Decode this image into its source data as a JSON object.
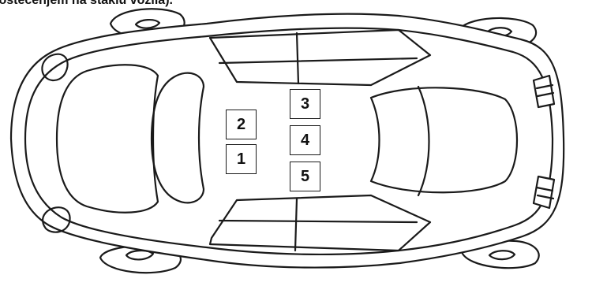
{
  "heading": "z oštećenjem na staklu vozila).",
  "positions": [
    {
      "label": "1"
    },
    {
      "label": "2"
    },
    {
      "label": "3"
    },
    {
      "label": "4"
    },
    {
      "label": "5"
    }
  ]
}
